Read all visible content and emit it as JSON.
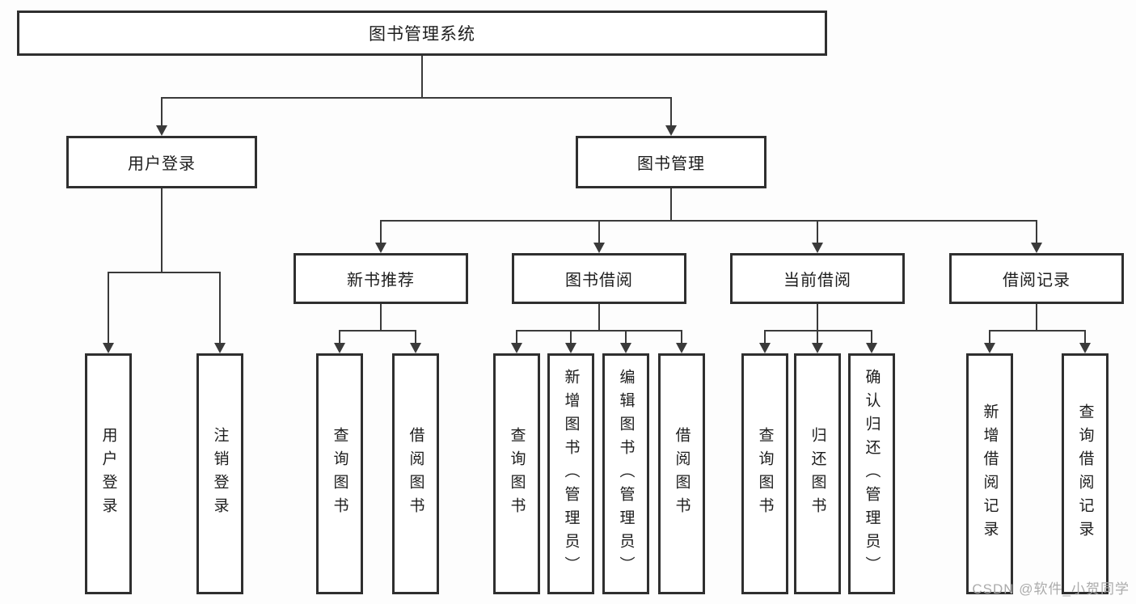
{
  "diagram": {
    "root": {
      "label": "图书管理系统"
    },
    "branches": [
      {
        "label": "用户登录",
        "children": [
          {
            "label": "用户登录"
          },
          {
            "label": "注销登录"
          }
        ]
      },
      {
        "label": "图书管理",
        "groups": [
          {
            "label": "新书推荐",
            "children": [
              {
                "label": "查询图书"
              },
              {
                "label": "借阅图书"
              }
            ]
          },
          {
            "label": "图书借阅",
            "children": [
              {
                "label": "查询图书"
              },
              {
                "label": "新增图书（管理员）"
              },
              {
                "label": "编辑图书（管理员）"
              },
              {
                "label": "借阅图书"
              }
            ]
          },
          {
            "label": "当前借阅",
            "children": [
              {
                "label": "查询图书"
              },
              {
                "label": "归还图书"
              },
              {
                "label": "确认归还（管理员）"
              }
            ]
          },
          {
            "label": "借阅记录",
            "children": [
              {
                "label": "新增借阅记录"
              },
              {
                "label": "查询借阅记录"
              }
            ]
          }
        ]
      }
    ]
  },
  "watermark": {
    "text": "CSDN @软件_小贺同学"
  },
  "colors": {
    "line": "#3a3a3a",
    "box_border": "#2f2f2f",
    "text": "#1d1d1d",
    "watermark": "#ababab",
    "background": "#fdfdfd"
  }
}
